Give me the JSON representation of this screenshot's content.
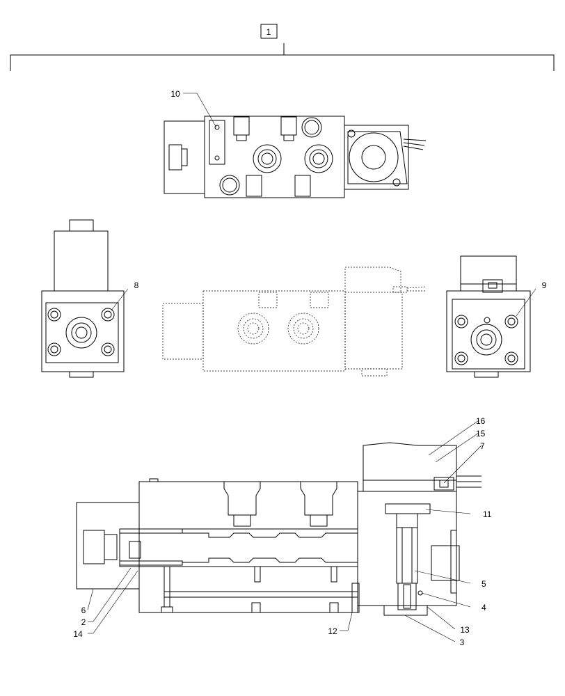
{
  "figure": {
    "assembly_callout": "1",
    "callouts": {
      "c2": "2",
      "c3": "3",
      "c4": "4",
      "c5": "5",
      "c6": "6",
      "c7": "7",
      "c8": "8",
      "c9": "9",
      "c10": "10",
      "c11": "11",
      "c12": "12",
      "c13": "13",
      "c14": "14",
      "c15": "15",
      "c16": "16"
    }
  }
}
